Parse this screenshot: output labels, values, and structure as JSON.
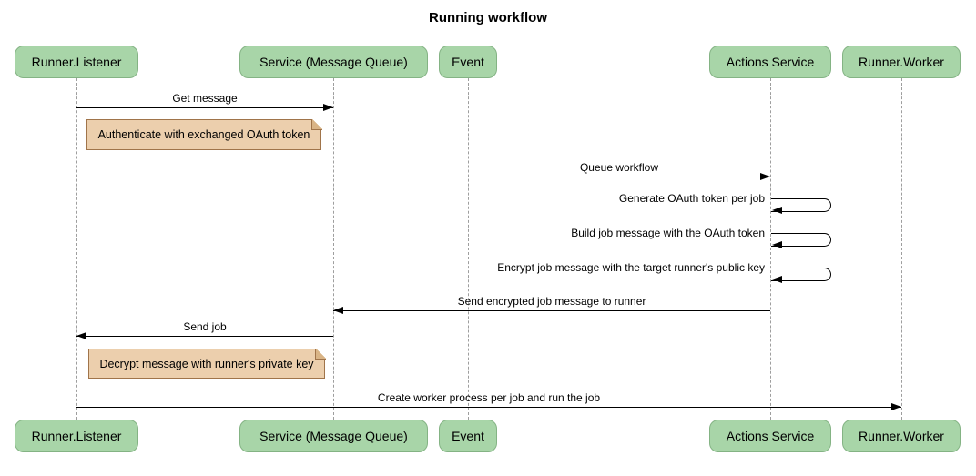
{
  "title": "Running workflow",
  "participants": [
    {
      "name": "Runner.Listener"
    },
    {
      "name": "Service (Message Queue)"
    },
    {
      "name": "Event"
    },
    {
      "name": "Actions Service"
    },
    {
      "name": "Runner.Worker"
    }
  ],
  "messages": [
    {
      "type": "arrow",
      "from": "Runner.Listener",
      "to": "Service (Message Queue)",
      "label": "Get message"
    },
    {
      "type": "note",
      "over": "Runner.Listener",
      "label": "Authenticate with exchanged OAuth token"
    },
    {
      "type": "arrow",
      "from": "Event",
      "to": "Actions Service",
      "label": "Queue workflow"
    },
    {
      "type": "self",
      "on": "Actions Service",
      "label": "Generate OAuth token per job"
    },
    {
      "type": "self",
      "on": "Actions Service",
      "label": "Build job message with the OAuth token"
    },
    {
      "type": "self",
      "on": "Actions Service",
      "label": "Encrypt job message with the target runner's public key"
    },
    {
      "type": "arrow",
      "from": "Actions Service",
      "to": "Service (Message Queue)",
      "label": "Send encrypted job message to runner"
    },
    {
      "type": "arrow",
      "from": "Service (Message Queue)",
      "to": "Runner.Listener",
      "label": "Send job"
    },
    {
      "type": "note",
      "over": "Runner.Listener",
      "label": "Decrypt message with runner's private key"
    },
    {
      "type": "arrow",
      "from": "Runner.Listener",
      "to": "Runner.Worker",
      "label": "Create worker process per job and run the job"
    }
  ],
  "colors": {
    "participant-fill": "#a8d5a8",
    "participant-border": "#84b384",
    "note-fill": "#eccfad",
    "note-border": "#a0744a",
    "lifeline-color": "#9e9e9e",
    "arrow-color": "#000000"
  }
}
